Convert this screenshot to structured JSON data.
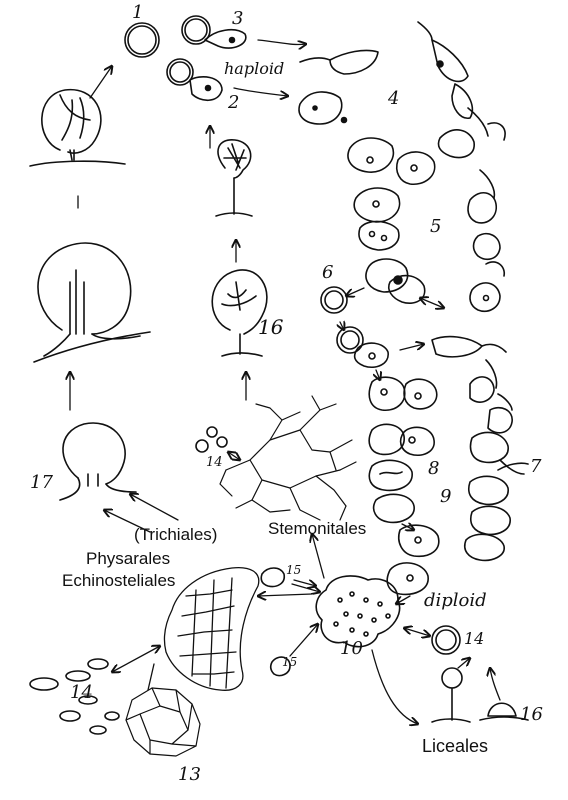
{
  "labels": {
    "n1": "1",
    "n2": "2",
    "n3": "3",
    "n4": "4",
    "n5": "5",
    "n6": "6",
    "n7": "7",
    "n8": "8",
    "n9": "9",
    "n10": "10",
    "n13": "13",
    "n14a": "14",
    "n14b": "14",
    "n14c": "14",
    "n15a": "15",
    "n15b": "15",
    "n16a": "16",
    "n16b": "16",
    "n17": "17",
    "haploid": "haploid",
    "diploid": "diploid"
  },
  "groups": {
    "trichiales": "(Trichiales)",
    "stemonitales": "Stemonitales",
    "physarales": "Physarales",
    "echinosteliales": "Echinosteliales",
    "liceales": "Liceales"
  }
}
